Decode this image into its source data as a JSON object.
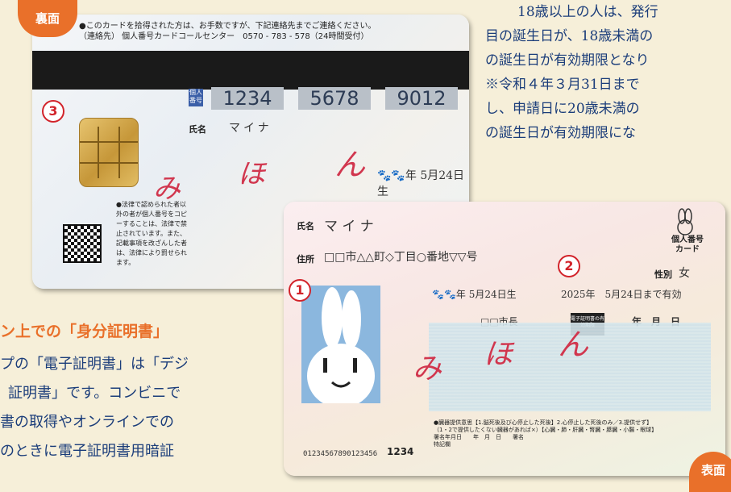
{
  "tags": {
    "back": "裏面",
    "front": "表面"
  },
  "markers": {
    "one": "1",
    "two": "2",
    "three": "3"
  },
  "back_card": {
    "notice_line1": "●このカードを拾得された方は、お手数ですが、下記連絡先までご連絡ください。",
    "notice_line2": "（連絡先） 個人番号カードコールセンター　0570 - 783 - 578（24時間受付）",
    "number_label": "個人番号",
    "number_groups": [
      "1234",
      "5678",
      "9012"
    ],
    "name_label": "氏名",
    "name": "マイナ",
    "birth": "🐾🐾年 5月24日生",
    "signature_chars": [
      "み",
      "ほ",
      "ん"
    ],
    "warning_text": "●法律で認められた者以外の者が個人番号をコピーすることは、法律で禁止されています。また、記載事項を改ざんした者は、法律により罰せられます。"
  },
  "front_card": {
    "name_label": "氏名",
    "name": "マ イ ナ",
    "address_label": "住所",
    "address": "□□市△△町◇丁目○番地▽▽号",
    "sex_label": "性別",
    "sex": "女",
    "birth": "🐾🐾年 5月24日生",
    "expiry": "2025年　5月24日まで有効",
    "issuer": "□□市長",
    "black_label": "電子証明書の有効期限",
    "cert_expiry": "年　月　日",
    "card_title_1": "個人番号",
    "card_title_2": "カード",
    "signature_chars": [
      "み",
      "ほ",
      "ん"
    ],
    "organ_text_1": "●臓器提供意思【1.脳死後及び心停止した死後】2.心停止した死後のみ／3.提供せず】",
    "organ_text_2": "（1・2で提供したくない臓器があれば×）【心臓・肺・肝臓・腎臓・膵臓・小腸・眼球】",
    "organ_text_3": "署名年月日　　年　月　日　　署名",
    "organ_text_4": "特記欄",
    "signature_label": "署名",
    "serial": "01234567890123456",
    "pin_tail": "1234"
  },
  "right_text": [
    "18歳以上の人は、発行",
    "目の誕生日が、18歳未満の",
    "の誕生日が有効期限となり",
    "※令和４年３月31日まで",
    "し、申請日に20歳未満の",
    "の誕生日が有効期限にな"
  ],
  "left_heading": "ン上での「身分証明書」",
  "left_text": [
    "プの「電子証明書」は「デジ",
    "証明書」です。コンビニで",
    "書の取得やオンラインでの",
    "のときに電子証明書用暗証"
  ],
  "colors": {
    "accent": "#e9702a",
    "text_blue": "#1b3d7a",
    "marker_red": "#d2232a"
  }
}
